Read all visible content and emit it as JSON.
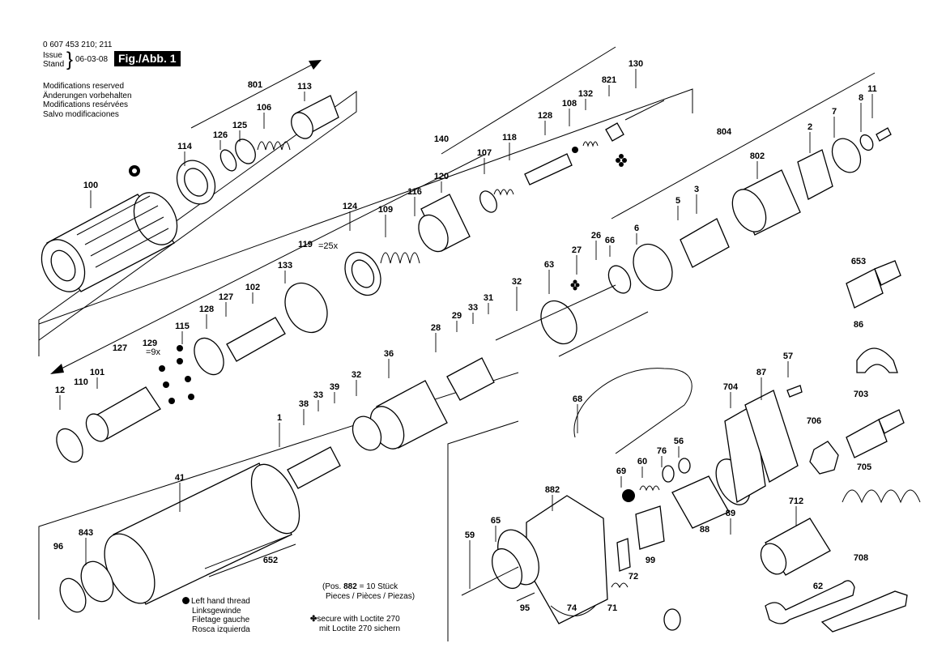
{
  "header": {
    "doc_number": "0 607 453 210; 211",
    "issue_label": "Issue",
    "stand_label": "Stand",
    "date": "06-03-08",
    "figure_label": "Fig./Abb. 1"
  },
  "modifications": [
    "Modifications reserved",
    "Änderungen vorbehalten",
    "Modifications resérvées",
    "Salvo modificaciones"
  ],
  "legend": {
    "left_hand_thread": [
      "Left hand thread",
      "Linksgewinde",
      "Filetage gauche",
      "Rosca izquierda"
    ],
    "loctite": [
      "secure with Loctite 270",
      "mit Loctite 270 sichern"
    ],
    "pos_note": {
      "prefix": "(Pos. ",
      "number": "882",
      "suffix": " = 10 Stück",
      "line2": "Pieces / Pièces / Piezas)"
    }
  },
  "qty_notes": {
    "p130": "=25x",
    "p127": "=9x"
  },
  "part_labels": [
    "100",
    "114",
    "126",
    "125",
    "106",
    "113",
    "801",
    "124",
    "109",
    "116",
    "120",
    "140",
    "107",
    "118",
    "128",
    "108",
    "132",
    "821",
    "130",
    "119",
    "133",
    "102",
    "127",
    "128",
    "115",
    "127",
    "129",
    "101",
    "110",
    "12",
    "11",
    "8",
    "7",
    "2",
    "802",
    "804",
    "3",
    "5",
    "6",
    "66",
    "26",
    "27",
    "63",
    "32",
    "31",
    "33",
    "29",
    "28",
    "36",
    "32",
    "39",
    "33",
    "38",
    "1",
    "41",
    "843",
    "96",
    "652",
    "653",
    "86",
    "57",
    "87",
    "704",
    "703",
    "706",
    "705",
    "712",
    "708",
    "62",
    "68",
    "69",
    "60",
    "76",
    "56",
    "882",
    "65",
    "59",
    "89",
    "88",
    "99",
    "72",
    "95",
    "74",
    "71"
  ]
}
